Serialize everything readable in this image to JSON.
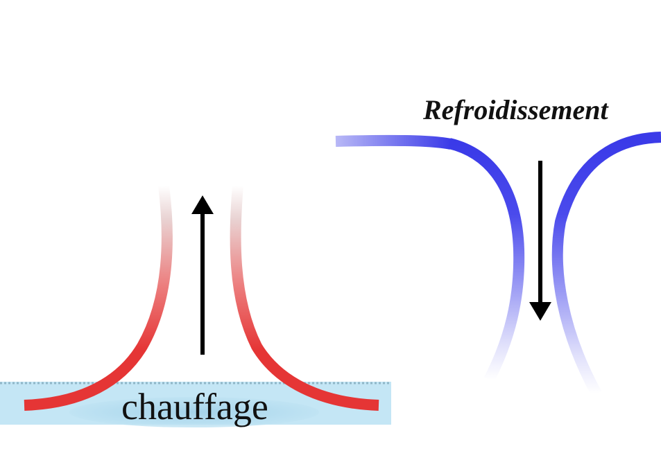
{
  "labels": {
    "heating": "chauffage",
    "cooling": "Refroidissement"
  },
  "arrows": {
    "heating_direction": "up",
    "cooling_direction": "down"
  },
  "colors": {
    "heating_flow": "#e53535",
    "cooling_flow": "#3a3ae8",
    "surface": "#bfe3f3",
    "arrow": "#000000"
  }
}
